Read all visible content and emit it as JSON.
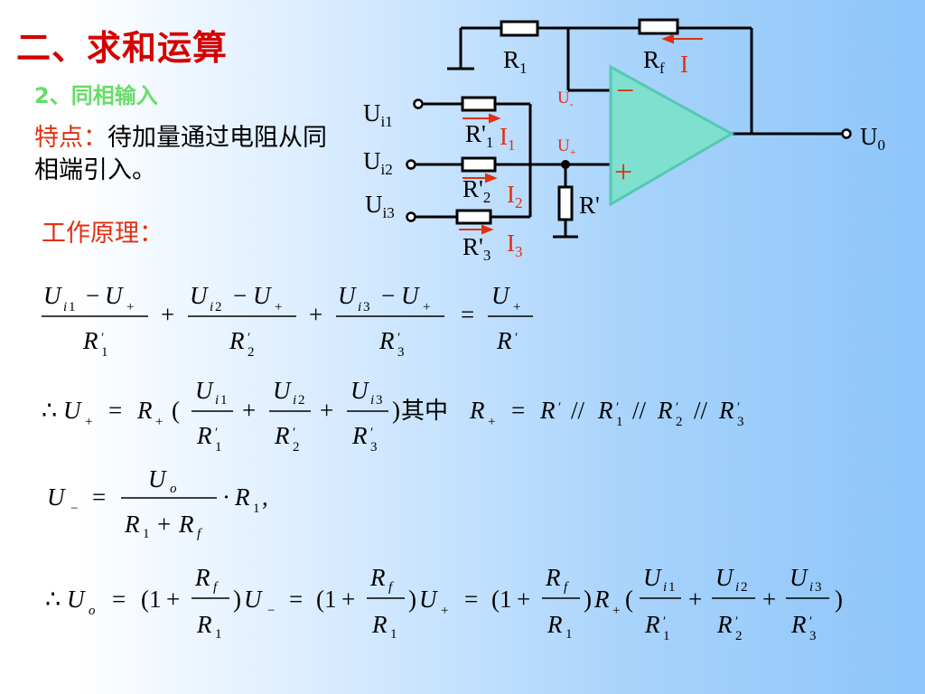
{
  "slide": {
    "title": "二、求和运算",
    "subtitle": "2、同相输入",
    "feature_label": "特点：",
    "feature_text": "待加量通过电阻从同相端引入。",
    "principle": "工作原理："
  },
  "circuit": {
    "inputs": [
      "U",
      "U",
      "U"
    ],
    "input_subs": [
      "i1",
      "i2",
      "i3"
    ],
    "resistors_in": [
      "R'",
      "R'",
      "R'"
    ],
    "resistors_in_subs": [
      "1",
      "2",
      "3"
    ],
    "currents": [
      "I",
      "I",
      "I"
    ],
    "current_subs": [
      "1",
      "2",
      "3"
    ],
    "feedback_current": "I",
    "r1": "R",
    "r1_sub": "1",
    "rf": "R",
    "rf_sub": "f",
    "rprime": "R'",
    "u_minus": "U",
    "u_minus_sub": "-",
    "u_plus": "U",
    "u_plus_sub": "+",
    "output": "U",
    "output_sub": "0",
    "minus_sign": "−",
    "plus_sign": "+"
  },
  "equations": {
    "cjk_qizhong": "其中",
    "colors": {
      "text": "#000000",
      "accent_red": "#e03010",
      "title_red": "#d40000",
      "green": "#66dd66",
      "opamp_cyan": "#7fe0d0"
    }
  }
}
